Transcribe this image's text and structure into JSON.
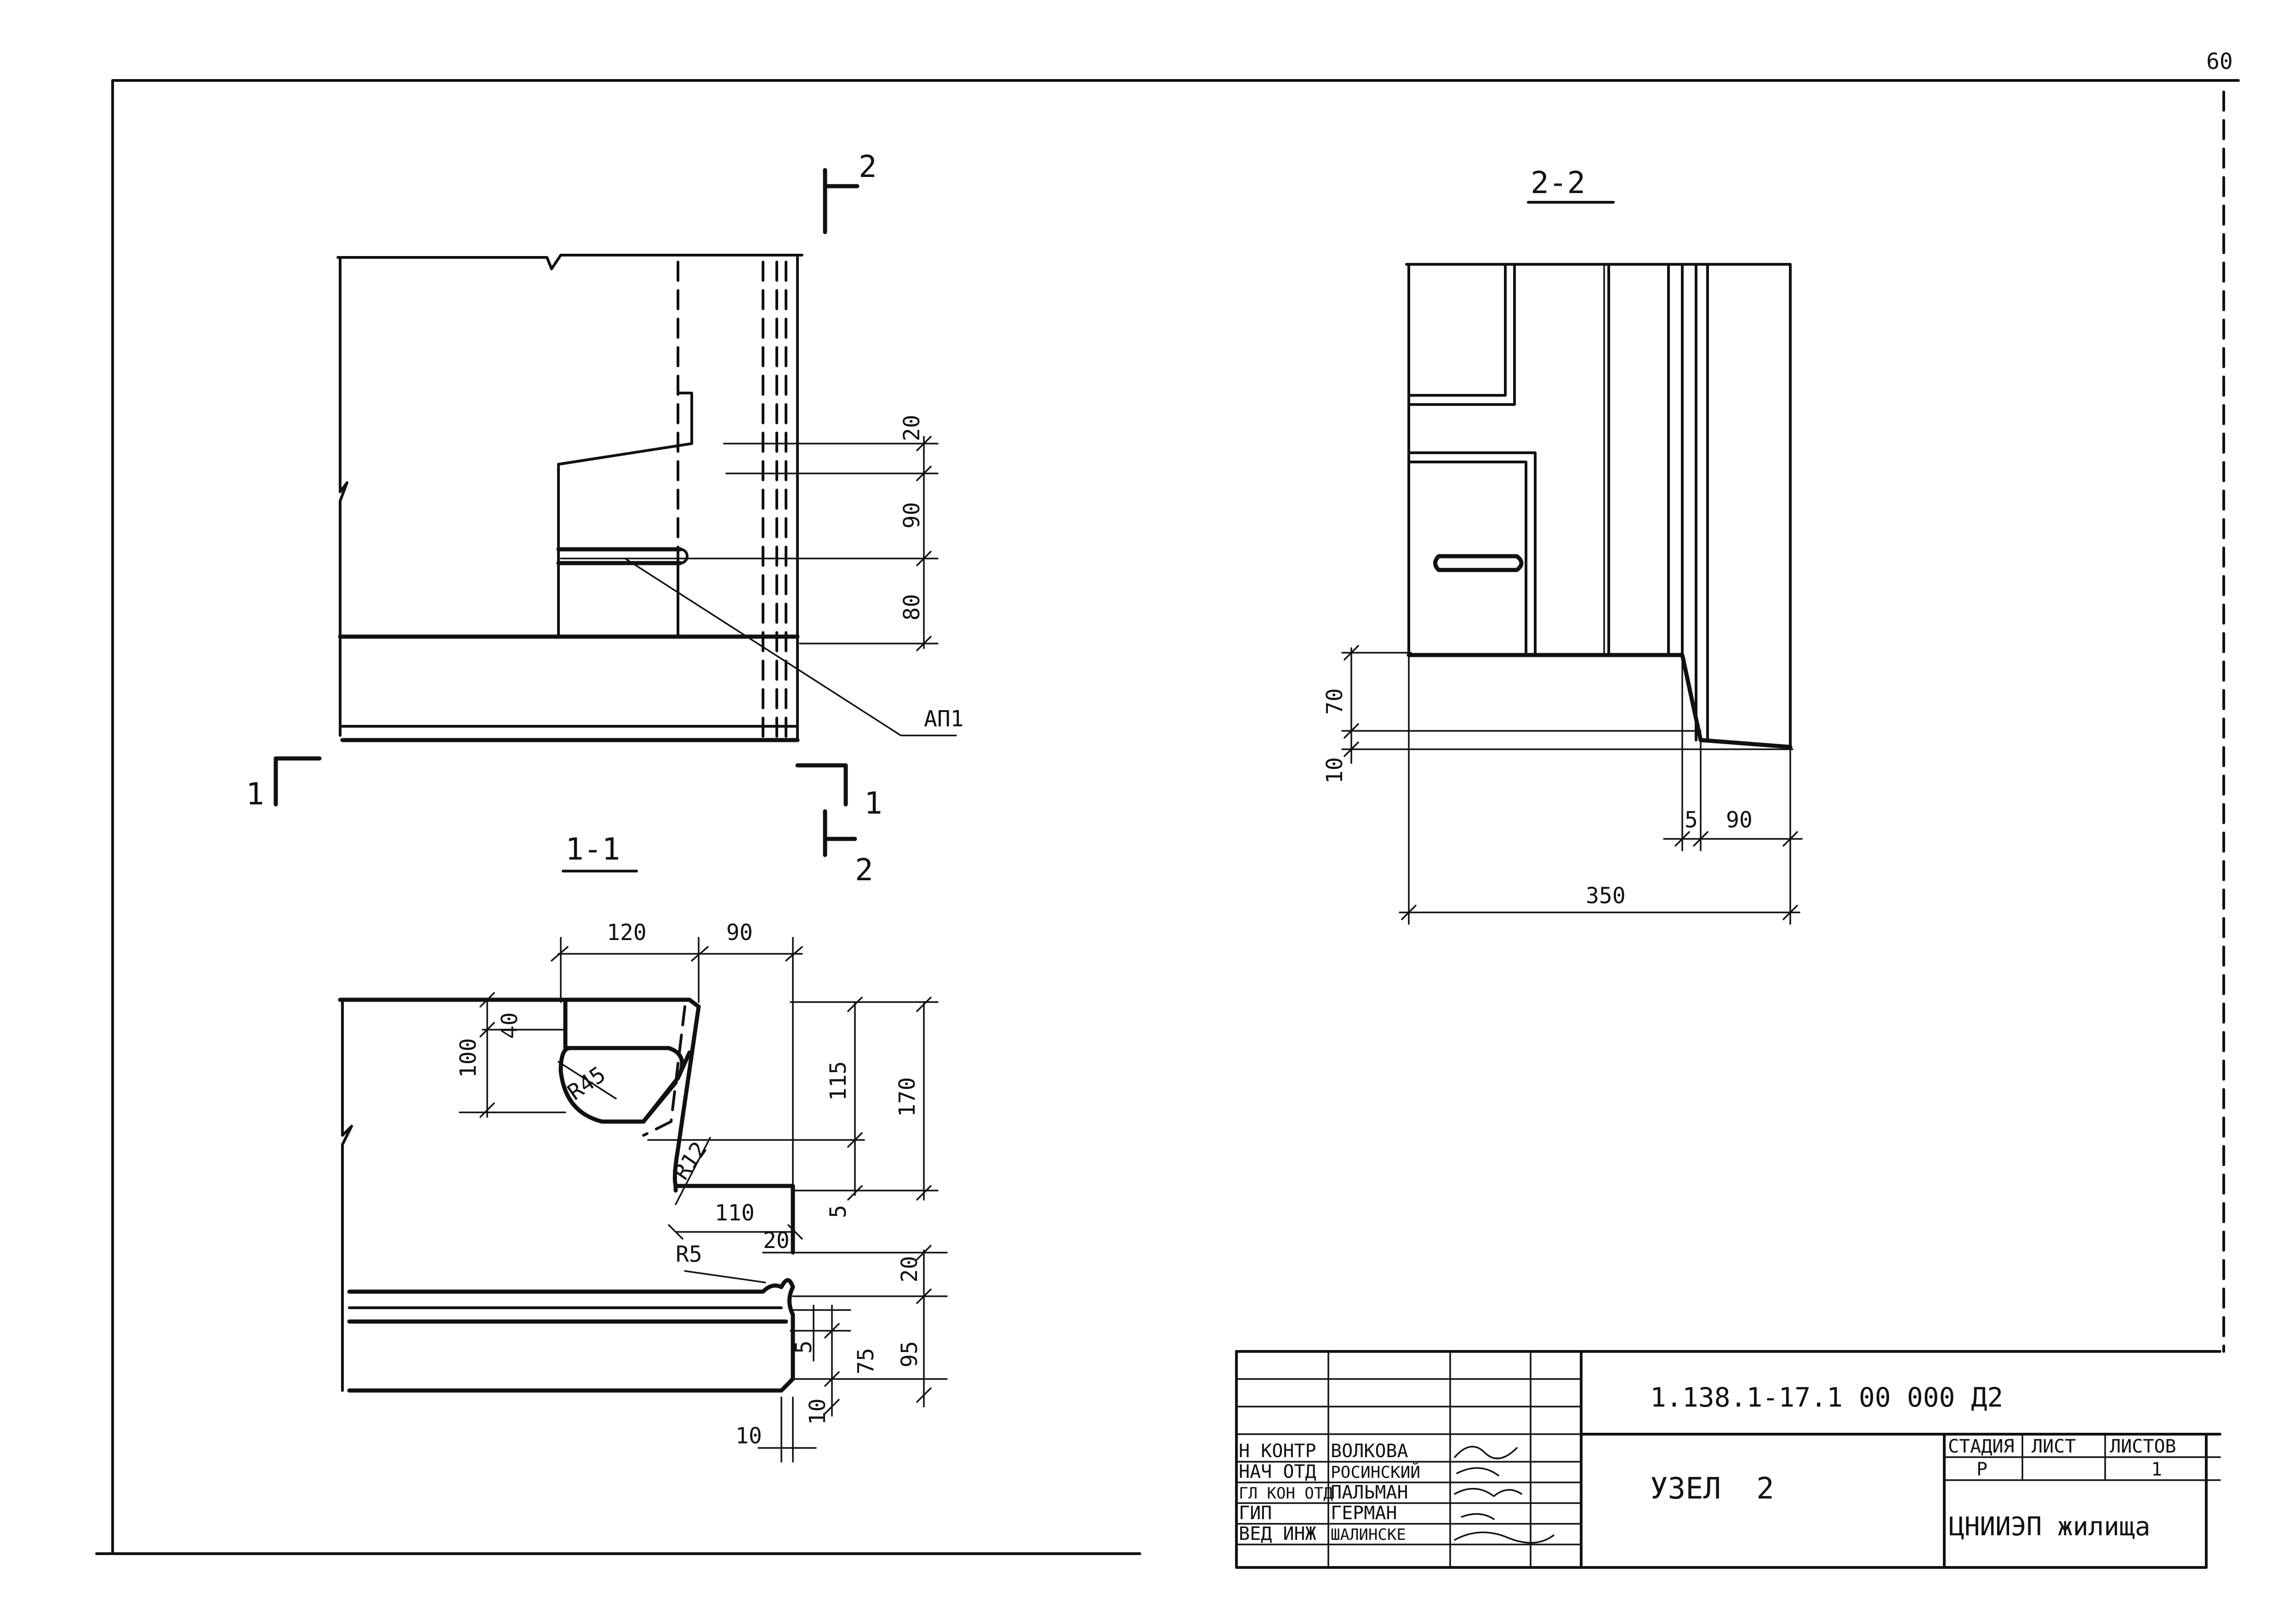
{
  "page_number": "60",
  "sections": {
    "sec_1_1": "1-1",
    "sec_2_2": "2-2",
    "mark_1_left": "1",
    "mark_1_right": "1",
    "mark_2_top": "2",
    "mark_2_bottom": "2"
  },
  "callout": "АП1",
  "top_view_dims": [
    "20",
    "90",
    "80"
  ],
  "section_1_1_dims": {
    "top": [
      "120",
      "90"
    ],
    "left": [
      "100",
      "40"
    ],
    "right": [
      "115",
      "170",
      "5"
    ],
    "middle": "110",
    "radii": [
      "R45",
      "R12",
      "R5"
    ],
    "lower_right": [
      "20",
      "95",
      "75",
      "5",
      "10"
    ],
    "bottom": "10"
  },
  "section_2_2_dims": {
    "left": [
      "70",
      "10"
    ],
    "bottom": [
      "5",
      "90"
    ],
    "overall": "350"
  },
  "title_block": {
    "document_code": "1.138.1-17.1    00 000 Д2",
    "node_title": "УЗЕЛ  2",
    "roles": [
      "Н КОНТР",
      "НАЧ ОТД",
      "ГЛ КОН ОТД",
      "ГИП",
      "ВЕД ИНЖ"
    ],
    "names": [
      "ВОЛКОВА",
      "РОСИНСКИЙ",
      "ПАЛЬМАН",
      "ГЕРМАН",
      "ШАЛИНСКЕ"
    ],
    "stage_header": "СТАДИЯ",
    "sheet_header": "ЛИСТ",
    "sheets_header": "ЛИСТОВ",
    "stage_value": "Р",
    "sheets_value": "1",
    "organization": "ЦНИИЭП жилища"
  }
}
